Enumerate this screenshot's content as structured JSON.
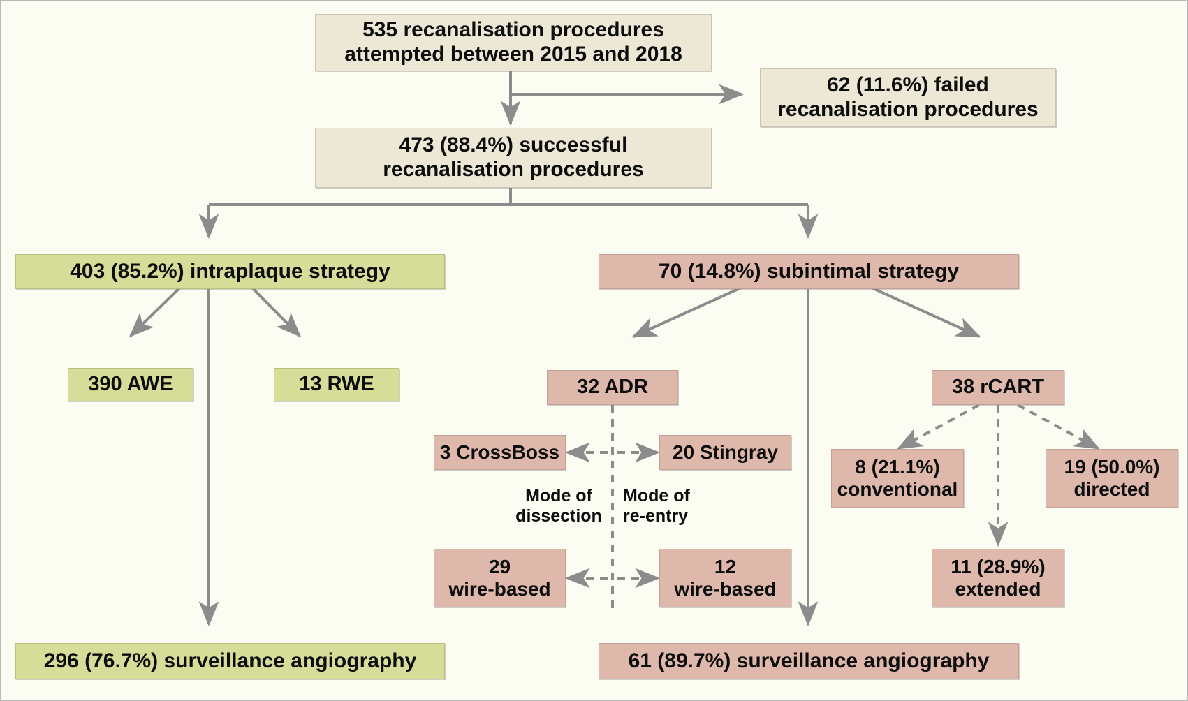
{
  "figure": {
    "type": "flowchart",
    "title": "CTO recanalisation procedure flow diagram",
    "colors": {
      "background": "#fbfcf2",
      "cream_box": "#ece8d5",
      "green_box": "#d5dd98",
      "pink_box": "#dfb8ac",
      "arrow": "#8c8c8c",
      "text": "#0d0d0d"
    }
  },
  "nodes": {
    "total_attempted": "535 recanalisation procedures\nattempted between 2015 and 2018",
    "failed": "62 (11.6%) failed\nrecanalisation procedures",
    "successful": "473 (88.4%) successful\nrecanalisation procedures",
    "intraplaque": "403 (85.2%) intraplaque strategy",
    "subintimal": "70 (14.8%) subintimal strategy",
    "awe": "390 AWE",
    "rwe": "13 RWE",
    "adr": "32 ADR",
    "rcart": "38 rCART",
    "crossboss": "3 CrossBoss",
    "stingray": "20 Stingray",
    "wire_based_left": "29\nwire-based",
    "wire_based_right": "12\nwire-based",
    "conventional": "8 (21.1%)\nconventional",
    "directed": "19 (50.0%)\ndirected",
    "extended": "11 (28.9%)\nextended",
    "surveillance_left": "296 (76.7%) surveillance angiography",
    "surveillance_right": "61 (89.7%) surveillance angiography"
  },
  "labels": {
    "mode_of_dissection": "Mode of\ndissection",
    "mode_of_reentry": "Mode of\nre-entry"
  }
}
